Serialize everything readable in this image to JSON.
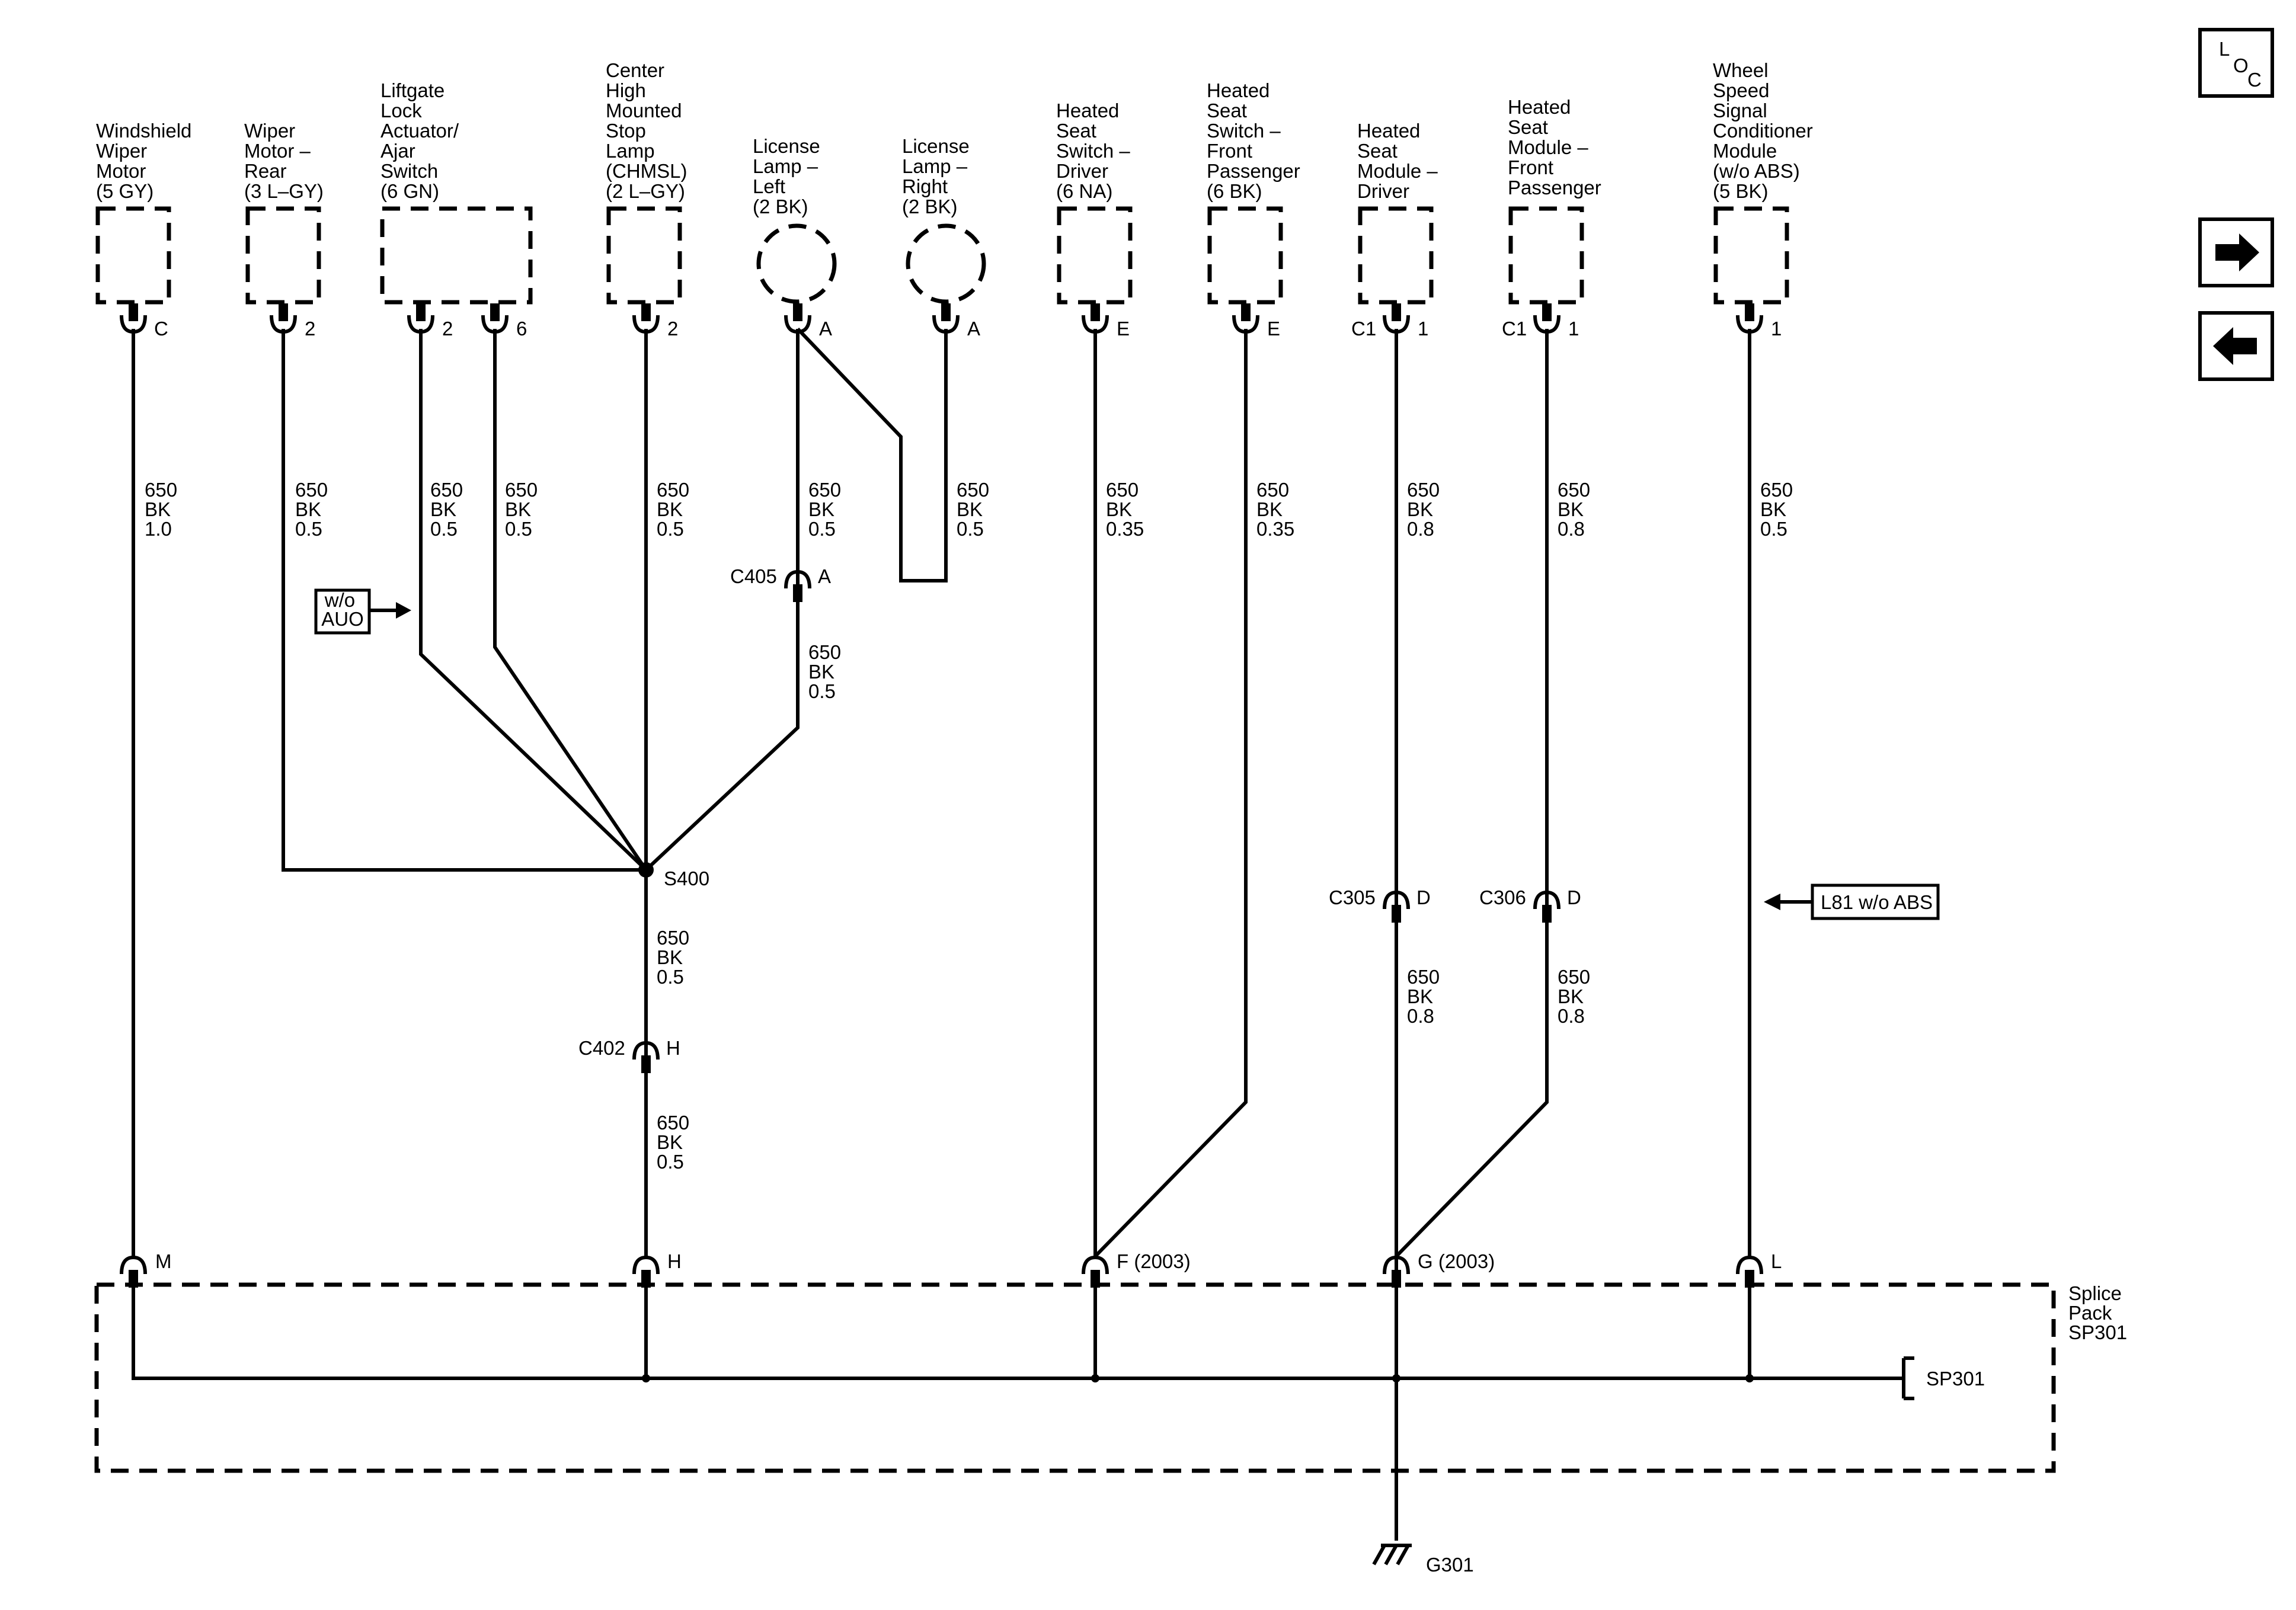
{
  "components": [
    {
      "id": "windshield-wiper-motor",
      "lines": [
        "Windshield",
        "Wiper",
        "Motor",
        "(5 GY)"
      ]
    },
    {
      "id": "wiper-motor-rear",
      "lines": [
        "Wiper",
        "Motor –",
        "Rear",
        "(3 L–GY)"
      ]
    },
    {
      "id": "liftgate-lock-actuator",
      "lines": [
        "Liftgate",
        "Lock",
        "Actuator/",
        "Ajar",
        "Switch",
        "(6 GN)"
      ]
    },
    {
      "id": "chmsl",
      "lines": [
        "Center",
        "High",
        "Mounted",
        "Stop",
        "Lamp",
        "(CHMSL)",
        "(2 L–GY)"
      ]
    },
    {
      "id": "license-lamp-left",
      "lines": [
        "License",
        "Lamp –",
        "Left",
        "(2 BK)"
      ]
    },
    {
      "id": "license-lamp-right",
      "lines": [
        "License",
        "Lamp –",
        "Right",
        "(2 BK)"
      ]
    },
    {
      "id": "heated-seat-switch-driver",
      "lines": [
        "Heated",
        "Seat",
        "Switch –",
        "Driver",
        "(6 NA)"
      ]
    },
    {
      "id": "heated-seat-switch-passenger",
      "lines": [
        "Heated",
        "Seat",
        "Switch –",
        "Front",
        "Passenger",
        "(6 BK)"
      ]
    },
    {
      "id": "heated-seat-module-driver",
      "lines": [
        "Heated",
        "Seat",
        "Module –",
        "Driver"
      ]
    },
    {
      "id": "heated-seat-module-passenger",
      "lines": [
        "Heated",
        "Seat",
        "Module –",
        "Front",
        "Passenger"
      ]
    },
    {
      "id": "wheel-speed-module",
      "lines": [
        "Wheel",
        "Speed",
        "Signal",
        "Conditioner",
        "Module",
        "(w/o ABS)",
        "(5 BK)"
      ]
    }
  ],
  "pins": {
    "wiper": "C",
    "wiper_rear": "2",
    "liftgate_a": "2",
    "liftgate_b": "6",
    "chmsl": "2",
    "lic_left": "A",
    "lic_right": "A",
    "hss_driver": "E",
    "hss_pass": "E",
    "hsm_driver_conn": "C1",
    "hsm_driver": "1",
    "hsm_pass_conn": "C1",
    "hsm_pass": "1",
    "wheel": "1"
  },
  "wires": {
    "wiper": [
      "650",
      "BK",
      "1.0"
    ],
    "wiper_rear": [
      "650",
      "BK",
      "0.5"
    ],
    "liftgate_a": [
      "650",
      "BK",
      "0.5"
    ],
    "liftgate_b": [
      "650",
      "BK",
      "0.5"
    ],
    "chmsl": [
      "650",
      "BK",
      "0.5"
    ],
    "lic_left": [
      "650",
      "BK",
      "0.5"
    ],
    "lic_right": [
      "650",
      "BK",
      "0.5"
    ],
    "c405_lower": [
      "650",
      "BK",
      "0.5"
    ],
    "hss_driver": [
      "650",
      "BK",
      "0.35"
    ],
    "hss_pass": [
      "650",
      "BK",
      "0.35"
    ],
    "hsm_driver": [
      "650",
      "BK",
      "0.8"
    ],
    "hsm_pass": [
      "650",
      "BK",
      "0.8"
    ],
    "wheel": [
      "650",
      "BK",
      "0.5"
    ],
    "s400_lower": [
      "650",
      "BK",
      "0.5"
    ],
    "c402_lower": [
      "650",
      "BK",
      "0.5"
    ],
    "c305_lower": [
      "650",
      "BK",
      "0.8"
    ],
    "c306_lower": [
      "650",
      "BK",
      "0.8"
    ]
  },
  "connectors": {
    "c405": {
      "name": "C405",
      "pin": "A"
    },
    "c402": {
      "name": "C402",
      "pin": "H"
    },
    "c305": {
      "name": "C305",
      "pin": "D"
    },
    "c306": {
      "name": "C306",
      "pin": "D"
    }
  },
  "splice": {
    "name": "S400"
  },
  "option_labels": {
    "wo_auo": [
      "w/o",
      "AUO"
    ],
    "l81": "L81 w/o ABS"
  },
  "splice_pack": {
    "label": [
      "Splice",
      "Pack",
      "SP301"
    ],
    "ref": "SP301",
    "pins": {
      "m": "M",
      "h": "H",
      "f": "F (2003)",
      "g": "G (2003)",
      "l": "L"
    }
  },
  "ground": "G301",
  "loc_icon": [
    "L",
    "O",
    "C"
  ],
  "icons": [
    "loc-icon",
    "arrow-right-icon",
    "arrow-left-icon"
  ]
}
